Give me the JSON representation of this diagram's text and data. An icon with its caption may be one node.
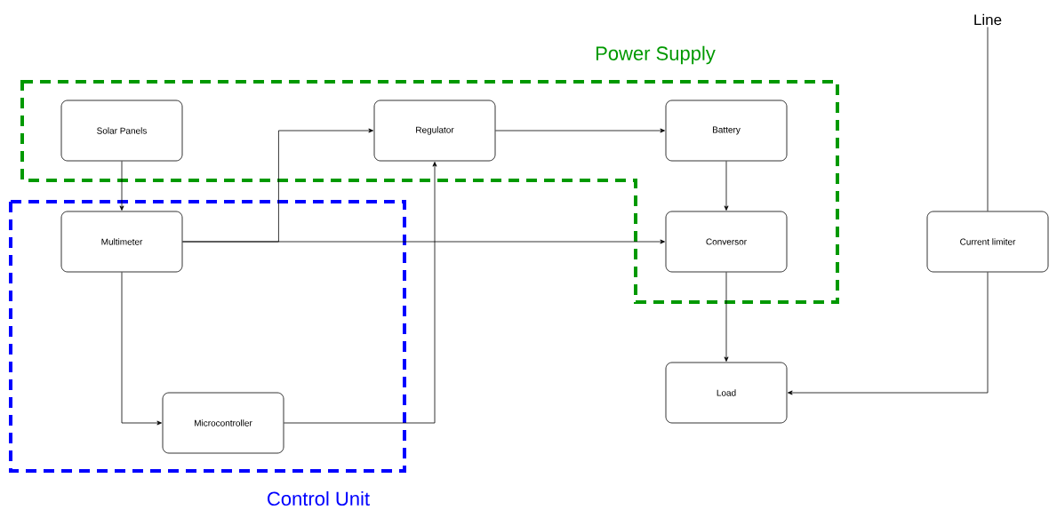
{
  "diagram": {
    "nodes": [
      {
        "text": [
          "Line"
        ]
      },
      {
        "text": [
          "Power Supply"
        ]
      },
      {
        "text": [
          "Solar Panels"
        ],
        "in": 1
      },
      {
        "text": [
          "Regulator"
        ],
        "in": 1
      },
      {
        "text": [
          "Battery"
        ],
        "in": 1
      },
      {
        "text": [
          "Control Unit"
        ]
      },
      {
        "text": [
          "Multimeter"
        ],
        "in": 5
      },
      {
        "text": [
          "Conversor"
        ],
        "in": 1
      },
      {
        "text": [
          "Current limiter"
        ]
      },
      {
        "text": [
          "Microcontroller"
        ],
        "in": 5
      },
      {
        "text": [
          "Load"
        ]
      }
    ],
    "edges": [
      {
        "from": 2,
        "to": 6,
        "arrow": "to"
      },
      {
        "from": 6,
        "to": 3,
        "arrow": "to"
      },
      {
        "from": 6,
        "to": 7,
        "arrow": "to"
      },
      {
        "from": 6,
        "to": 9,
        "arrow": "to"
      },
      {
        "from": 9,
        "to": 3,
        "arrow": "to"
      },
      {
        "from": 3,
        "to": 4,
        "arrow": "to"
      },
      {
        "from": 4,
        "to": 7,
        "arrow": "to"
      },
      {
        "from": 7,
        "to": 10,
        "arrow": "to"
      },
      {
        "from": 0,
        "to": 8,
        "arrow": "none"
      },
      {
        "from": 8,
        "to": 10,
        "arrow": "to"
      }
    ]
  }
}
